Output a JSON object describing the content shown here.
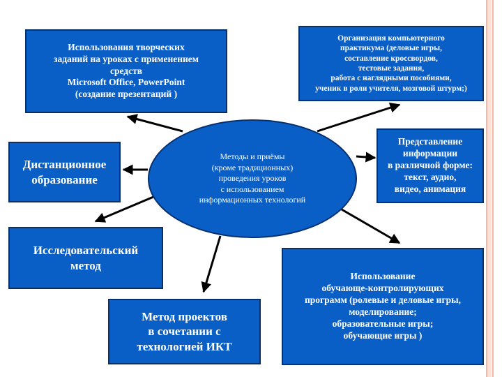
{
  "center": {
    "text": "Методы и приёмы\n(кроме традиционных)\nпроведения уроков\nс использованием\nинформационных технологий"
  },
  "nodes": {
    "creative_tasks": "Использования творческих\nзаданий на уроках с применением\nсредств\nMicrosoft Office, PowerPoint\n(создание презентаций )",
    "computer_practicum": "Организация компьютерного\nпрактикума (деловые игры,\nсоставление кроссвордов,\nтестовые задания,\nработа с наглядными пособиями,\nученик в роли учителя, мозговой штурм;)",
    "distance_learning": "Дистанционное\nобразование",
    "information_forms": "Представление\nинформации\nв различной форме:\nтекст, аудио,\nвидео, анимация",
    "research_method": "Исследовательский\nметод",
    "training_programs": "Использование\nобучающе-контролирующих\nпрограмм (ролевые и  деловые игры,\nмоделирование;\nобразовательные игры;\nобучающие игры )",
    "project_method": "Метод проектов\nв сочетании с\nтехнологией ИКТ"
  },
  "colors": {
    "box_fill": "#0a5fc7",
    "box_border": "#062f6e",
    "text": "#ffffff",
    "arrow": "#000000",
    "frame": "#f3b9a6"
  }
}
